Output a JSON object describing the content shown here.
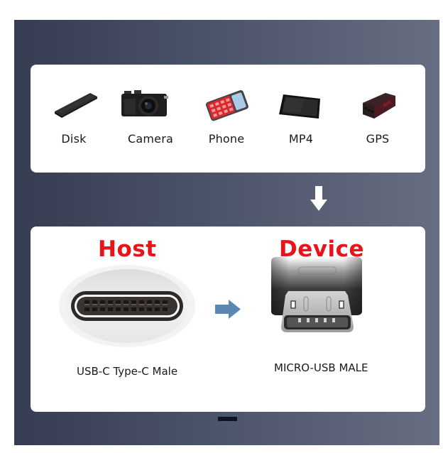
{
  "devices": {
    "items": [
      {
        "label": "Disk",
        "icon": "disk-icon"
      },
      {
        "label": "Camera",
        "icon": "camera-icon"
      },
      {
        "label": "Phone",
        "icon": "phone-icon"
      },
      {
        "label": "MP4",
        "icon": "mp4-player-icon"
      },
      {
        "label": "GPS",
        "icon": "gps-icon"
      }
    ]
  },
  "flow": {
    "down_arrow": "down-arrow-icon",
    "right_arrow": "right-arrow-icon"
  },
  "connection": {
    "host": {
      "title": "Host",
      "connector_label": "USB-C Type-C Male"
    },
    "device": {
      "title": "Device",
      "connector_label": "MICRO-USB MALE"
    }
  },
  "colors": {
    "title_red": "#e8141a",
    "arrow_blue": "#5a88b5",
    "panel_dark": "#363c51",
    "panel_light": "#676e82"
  }
}
